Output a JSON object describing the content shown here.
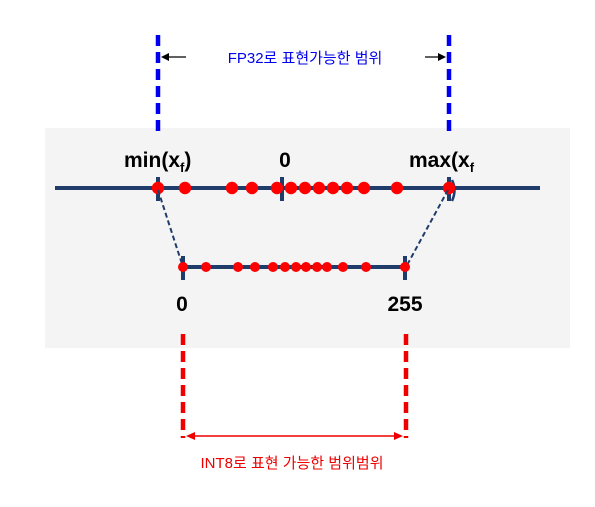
{
  "fp32_range_label": "FP32로 표현가능한 범위",
  "int8_range_label": "INT8로 표현 가능한 범위범위",
  "fp32_axis": {
    "min_label": "min(x",
    "min_subscript": "f",
    "min_close": ")",
    "zero_label": "0",
    "max_label": "max(x",
    "max_subscript": "f"
  },
  "int8_axis": {
    "zero_label": "0",
    "max_label": "255"
  },
  "colors": {
    "axis": "#1f3c6b",
    "point": "#ff0000",
    "fp32_bracket": "#0000ee",
    "int8_bracket": "#ee0000",
    "panel": "#f4f4f4"
  }
}
